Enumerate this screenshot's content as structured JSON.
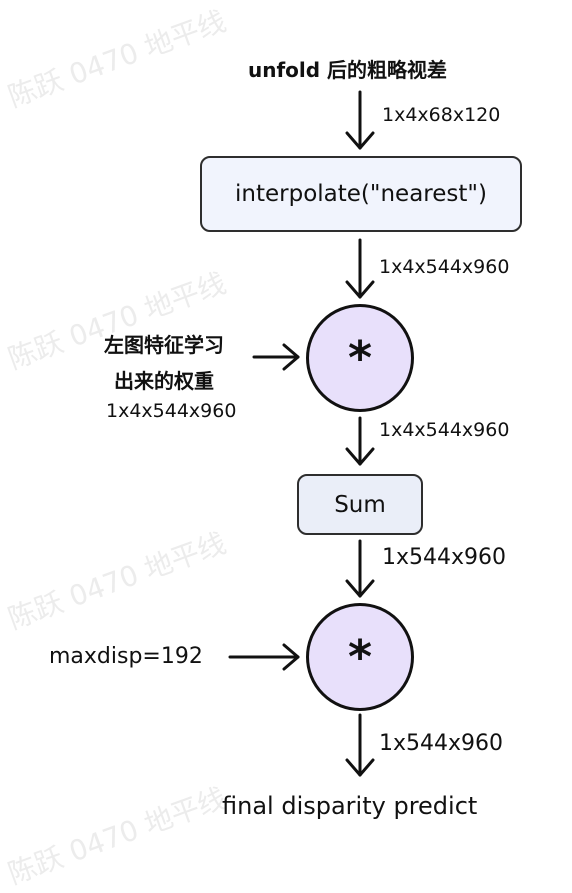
{
  "watermark": "陈跃 0470 地平线",
  "input_label": "unfold 后的粗略视差",
  "dims": {
    "d1": "1x4x68x120",
    "d2": "1x4x544x960",
    "d3": "1x4x544x960",
    "d4": "1x544x960",
    "d5": "1x544x960"
  },
  "interp_box": "interpolate(\"nearest\")",
  "weights_label": {
    "line1": "左图特征学习",
    "line2": "出来的权重",
    "dim": "1x4x544x960"
  },
  "multiply_symbol": "*",
  "sum_box": "Sum",
  "maxdisp_label": "maxdisp=192",
  "output_label": "final disparity predict",
  "colors": {
    "interp_fill": "#f1f4fd",
    "sum_fill": "#eaeef8",
    "circle_fill": "#e8e0fb",
    "stroke": "#111111"
  }
}
